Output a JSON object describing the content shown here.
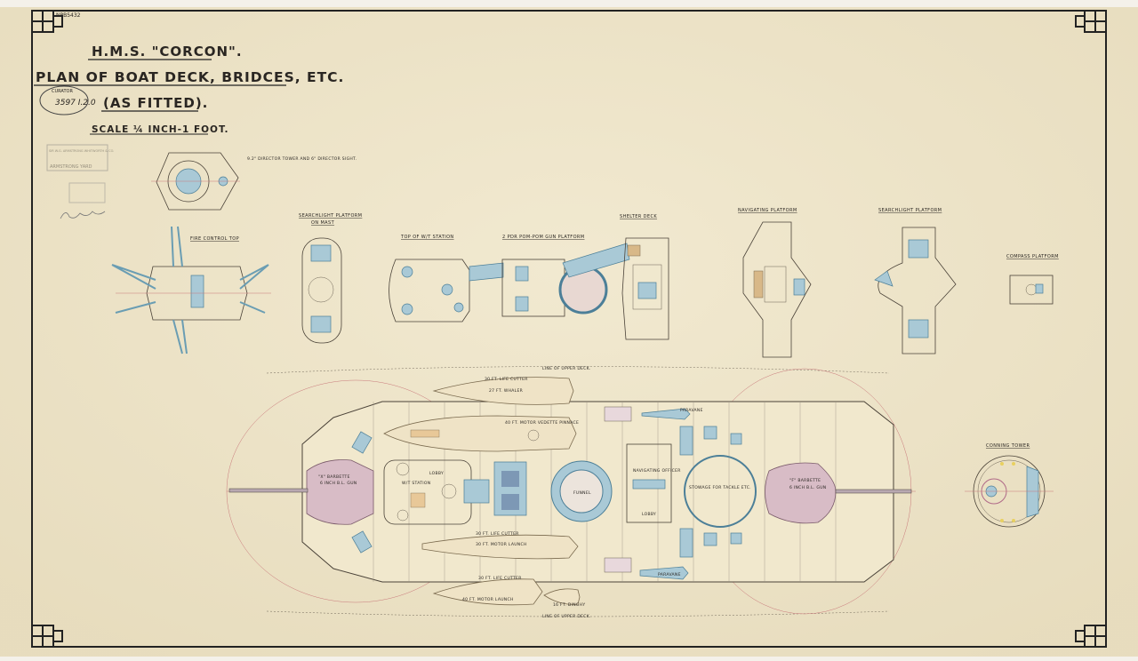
{
  "sheet": {
    "catalog_mark": "NPB5432",
    "title": "H.M.S. \"CORCON\".",
    "subtitle": "PLAN OF BOAT DECK, BRIDCES, ETC.",
    "status": "(AS FITTED).",
    "scale": "SCALE ¼ INCH-1 FOOT.",
    "stamps": {
      "curator": "CURATOR",
      "armstrong_line1": "SIR W.G. ARMSTRONG WHITWORTH & CO.",
      "armstrong_line2": "ARMSTRONG YARD"
    }
  },
  "colors": {
    "paper": "#efe6cc",
    "ink": "#2a2622",
    "blue": "#a9c9d6",
    "pink": "#d8bcc6",
    "red": "#c9787a"
  },
  "plans": {
    "director": "9.2\" DIRECTOR TOWER AND 6\" DIRECTOR SIGHT.",
    "fire_control": "FIRE CONTROL TOP",
    "searchlight_mast": "SEARCHLIGHT PLATFORM",
    "searchlight_mast_sub": "ON MAST",
    "wt_station_top": "TOP OF W/T STATION",
    "pom_pom": "2 PDR POM-POM GUN PLATFORM",
    "shelter_deck": "SHELTER DECK",
    "navigating": "NAVIGATING PLATFORM",
    "searchlight": "SEARCHLIGHT PLATFORM",
    "compass": "COMPASS PLATFORM",
    "conning_tower": "CONNING TOWER"
  },
  "main_deck": {
    "upper_line_top": "LINE OF UPPER DECK.",
    "upper_line_bottom": "LINE OF UPPER DECK.",
    "life_cutter_top": "30 FT. LIFE CUTTER",
    "whaler": "27 FT. WHALER",
    "pinnace": "40 FT. MOTOR VEDETTE PINNACE",
    "x_barbette": "\"X\" BARBETTE",
    "x_gun": "6 INCH B.L. GUN",
    "f_barbette": "\"F\" BARBETTE",
    "f_gun": "6 INCH B.L. GUN",
    "funnel": "FUNNEL",
    "wt_station": "W/T STATION",
    "lobby_aft": "LOBBY",
    "nav_officer": "NAVIGATING OFFICER",
    "lobby_fwd": "LOBBY",
    "stowage": "STOWAGE FOR TACKLE ETC.",
    "life_cutter_bottom": "30 FT. LIFE CUTTER",
    "motor_launch": "30 FT. MOTOR LAUNCH",
    "dinghy": "16 FT. DINGHY",
    "motor_launch_small": "40 FT. MOTOR LAUNCH",
    "paravane_top": "PARAVANE",
    "paravane_bottom": "PARAVANE"
  }
}
